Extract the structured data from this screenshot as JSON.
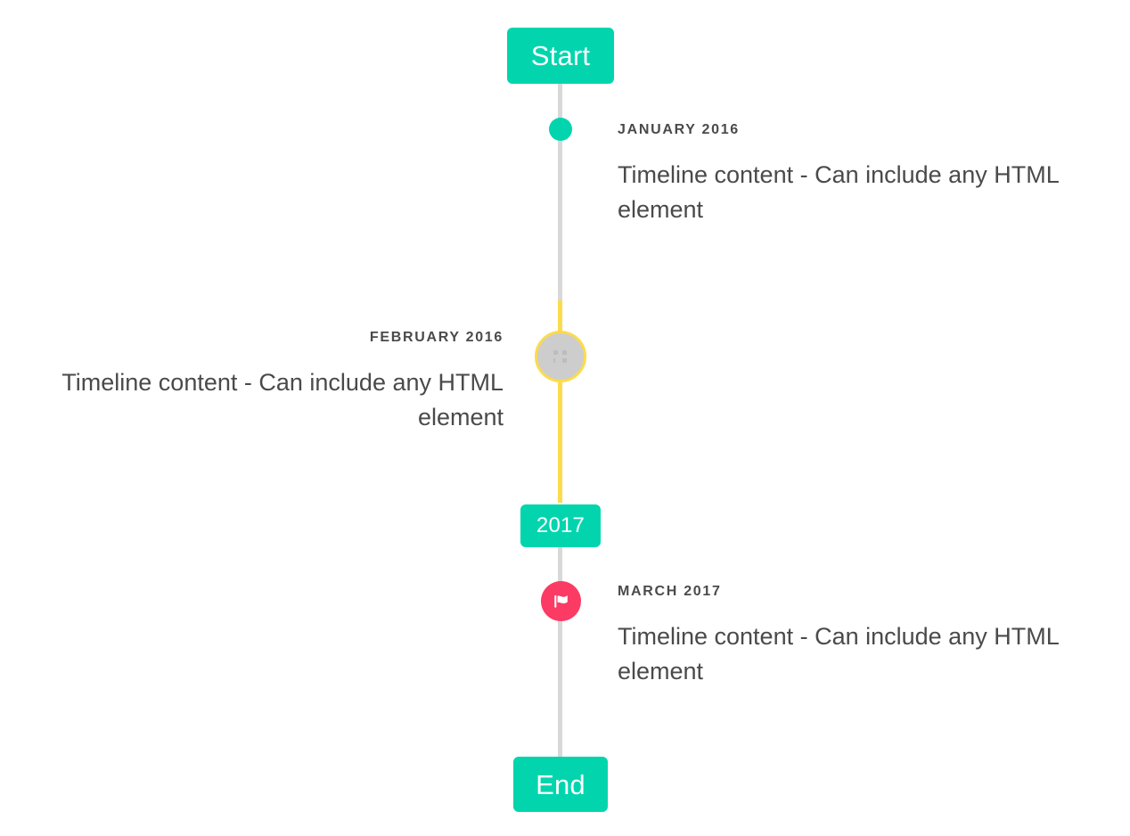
{
  "timeline": {
    "axis_color_default": "#d8d8d8",
    "axis_color_highlight": "#fcdb4c",
    "accent_color": "#02d5ae",
    "alert_color": "#fb3b64",
    "muted_color": "#cdcdcd",
    "text_color": "#4a4a4a",
    "start_label": "Start",
    "middle_label": "2017",
    "end_label": "End",
    "entries": [
      {
        "date": "JANUARY 2016",
        "body": "Timeline content - Can include any HTML element",
        "side": "right",
        "marker": "dot-icon",
        "marker_color": "#02d5ae"
      },
      {
        "date": "FEBRUARY 2016",
        "body": "Timeline content - Can include any HTML element",
        "side": "left",
        "marker": "image-placeholder-icon",
        "marker_color": "#cdcdcd"
      },
      {
        "date": "MARCH 2017",
        "body": "Timeline content - Can include any HTML element",
        "side": "right",
        "marker": "flag-icon",
        "marker_color": "#fb3b64"
      }
    ]
  }
}
